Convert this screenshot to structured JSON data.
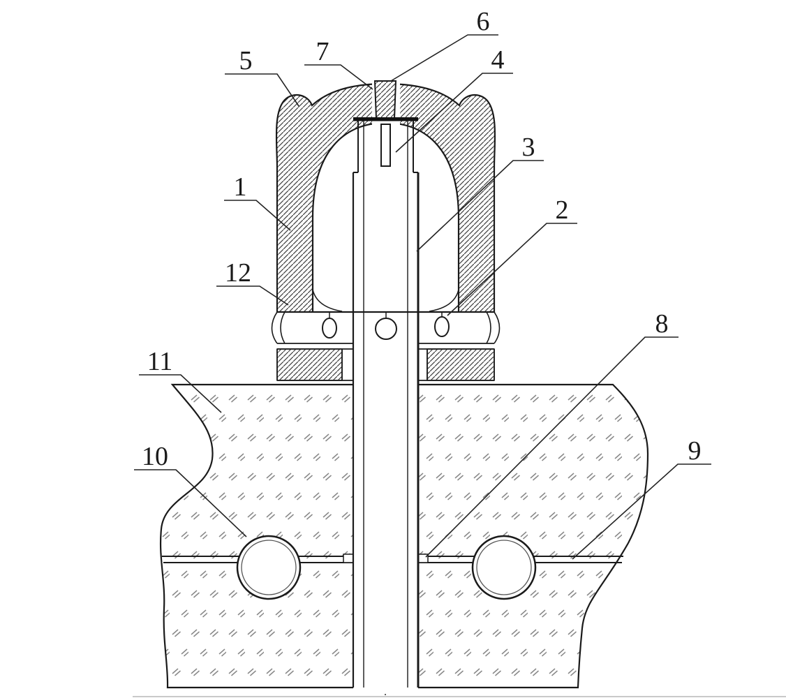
{
  "figure": {
    "part_labels": [
      {
        "ref": "1"
      },
      {
        "ref": "2"
      },
      {
        "ref": "3"
      },
      {
        "ref": "4"
      },
      {
        "ref": "5"
      },
      {
        "ref": "6"
      },
      {
        "ref": "7"
      },
      {
        "ref": "8"
      },
      {
        "ref": "9"
      },
      {
        "ref": "10"
      },
      {
        "ref": "11"
      },
      {
        "ref": "12"
      }
    ],
    "bottom_mark": ".",
    "colors": {
      "line": "#1a1a1a",
      "section_hatch": "#3d3d3d",
      "ground_hatch": "#888888",
      "background": "#ffffff"
    }
  }
}
